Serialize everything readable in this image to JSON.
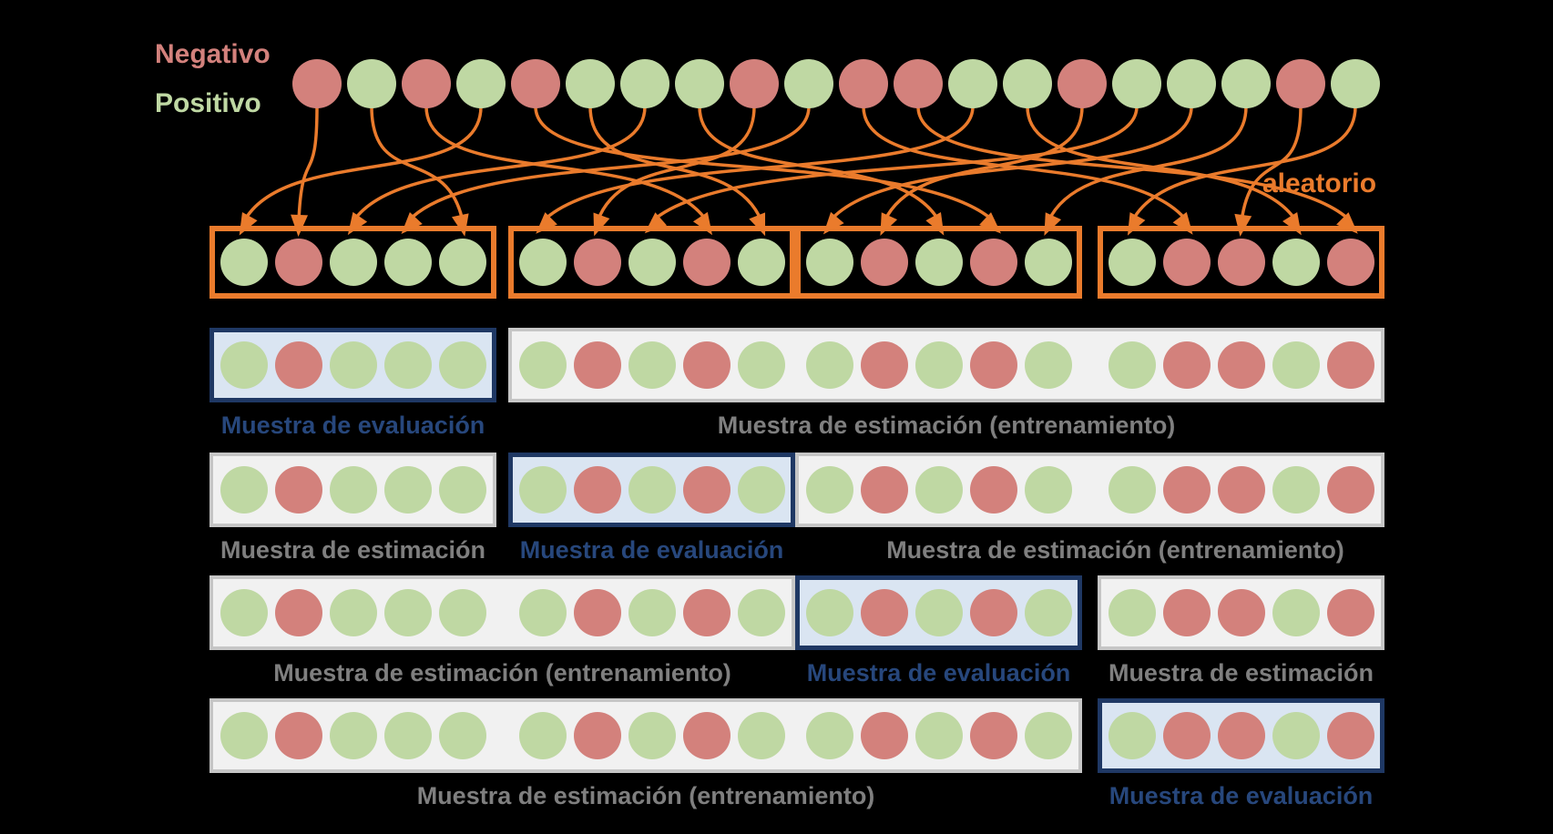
{
  "legend": {
    "negativo": "Negativo",
    "positivo": "Positivo",
    "aleatorio": "aleatorio"
  },
  "labels": {
    "eval": "Muestra de evaluación",
    "est": "Muestra de estimación",
    "est_train": "Muestra de estimación (entrenamiento)"
  },
  "colors": {
    "background": "#000000",
    "red": "#D3817C",
    "green": "#BFD8A3",
    "orange": "#EA7B2C",
    "navy_border": "#1F3864",
    "navy_text": "#27477C",
    "eval_fill": "#DAE5F2",
    "est_fill": "#F1F1F1",
    "est_border": "#C6C6C6",
    "gray_text": "#7F7F7F"
  },
  "top_row": [
    "r",
    "g",
    "r",
    "g",
    "r",
    "g",
    "g",
    "g",
    "r",
    "g",
    "r",
    "r",
    "g",
    "g",
    "r",
    "g",
    "g",
    "g",
    "r",
    "g"
  ],
  "groups": {
    "A": [
      "g",
      "r",
      "g",
      "g",
      "g"
    ],
    "B": [
      "g",
      "r",
      "g",
      "r",
      "g"
    ],
    "C": [
      "g",
      "r",
      "g",
      "r",
      "g"
    ],
    "D": [
      "g",
      "r",
      "r",
      "g",
      "r"
    ]
  },
  "random_boxes": [
    "A",
    "B",
    "C",
    "D"
  ],
  "assignments": [
    [
      0,
      1
    ],
    [
      1,
      4
    ],
    [
      2,
      8
    ],
    [
      3,
      0
    ],
    [
      4,
      13
    ],
    [
      5,
      9
    ],
    [
      6,
      2
    ],
    [
      7,
      12
    ],
    [
      8,
      6
    ],
    [
      9,
      3
    ],
    [
      10,
      16
    ],
    [
      11,
      19
    ],
    [
      12,
      5
    ],
    [
      13,
      18
    ],
    [
      14,
      11
    ],
    [
      15,
      7
    ],
    [
      16,
      10
    ],
    [
      17,
      14
    ],
    [
      18,
      17
    ],
    [
      19,
      15
    ]
  ],
  "folds": [
    {
      "boxes": [
        {
          "kind": "eval",
          "label_key": "eval",
          "cols": [
            "A"
          ]
        },
        {
          "kind": "est",
          "label_key": "est_train",
          "cols": [
            "B",
            "C",
            "D"
          ]
        }
      ]
    },
    {
      "boxes": [
        {
          "kind": "est",
          "label_key": "est",
          "cols": [
            "A"
          ]
        },
        {
          "kind": "eval",
          "label_key": "eval",
          "cols": [
            "B"
          ]
        },
        {
          "kind": "est",
          "label_key": "est_train",
          "cols": [
            "C",
            "D"
          ],
          "label_dx": 28
        }
      ]
    },
    {
      "boxes": [
        {
          "kind": "est",
          "label_key": "est_train",
          "cols": [
            "A",
            "B"
          ]
        },
        {
          "kind": "eval",
          "label_key": "eval",
          "cols": [
            "C"
          ]
        },
        {
          "kind": "est",
          "label_key": "est",
          "cols": [
            "D"
          ]
        }
      ]
    },
    {
      "boxes": [
        {
          "kind": "est",
          "label_key": "est_train",
          "cols": [
            "A",
            "B",
            "C"
          ]
        },
        {
          "kind": "eval",
          "label_key": "eval",
          "cols": [
            "D"
          ]
        }
      ]
    }
  ]
}
